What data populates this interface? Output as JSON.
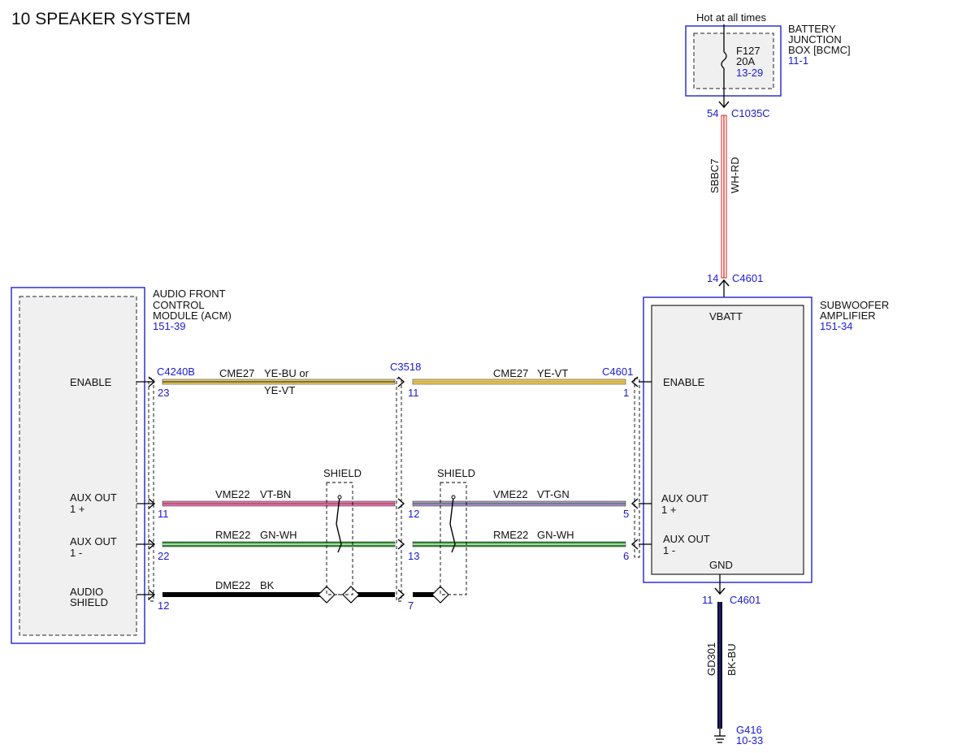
{
  "title": "10 SPEAKER SYSTEM",
  "colors": {
    "component_border": "#2222cc",
    "ref_text": "#1a1ad6",
    "ye": "#f2d32b",
    "bu": "#2222cc",
    "vt": "#b58ad8",
    "pk": "#e86fc0",
    "gn": "#2a8a2a",
    "wh": "#ffffff",
    "rd": "#d62020",
    "bk": "#000000"
  },
  "battery_junction_box": {
    "header": "Hot at all times",
    "name_lines": [
      "BATTERY",
      "JUNCTION",
      "BOX [BCMC]"
    ],
    "ref": "11-1",
    "fuse_name": "F127",
    "fuse_rating": "20A",
    "fuse_ref": "13-29",
    "pin": "54",
    "connector": "C1035C"
  },
  "power_wire": {
    "circuit": "SBBC7",
    "color": "WH-RD"
  },
  "subwoofer_amplifier": {
    "name_lines": [
      "SUBWOOFER",
      "AMPLIFIER"
    ],
    "ref": "151-34",
    "vbatt_pin": "14",
    "vbatt_connector": "C4601",
    "vbatt_label": "VBATT",
    "enable_label": "ENABLE",
    "aux_plus_lines": [
      "AUX OUT",
      "1 +"
    ],
    "aux_minus_lines": [
      "AUX OUT",
      "1 -"
    ],
    "gnd_label": "GND",
    "gnd_pin": "11",
    "gnd_connector": "C4601"
  },
  "audio_front_control_module": {
    "name_lines": [
      "AUDIO FRONT",
      "CONTROL",
      "MODULE (ACM)"
    ],
    "ref": "151-39",
    "pins": {
      "enable_lines": [
        "ENABLE"
      ],
      "aux_plus_lines": [
        "AUX OUT",
        "1 +"
      ],
      "aux_minus_lines": [
        "AUX OUT",
        "1 -"
      ],
      "shield_lines": [
        "AUDIO",
        "SHIELD"
      ]
    },
    "connector": "C4240B"
  },
  "inline_connector": "C3518",
  "right_connector": "C4601",
  "shield_label": "SHIELD",
  "wires": {
    "enable_left": {
      "circuit": "CME27",
      "color_line1": "YE-BU or",
      "color_line2": "YE-VT",
      "pin_acm": "23",
      "pin_inline": "11"
    },
    "enable_right": {
      "circuit": "CME27",
      "color": "YE-VT",
      "pin_amp": "1"
    },
    "aux_plus_left": {
      "circuit": "VME22",
      "color": "VT-BN",
      "pin_acm": "11",
      "pin_inline": "12"
    },
    "aux_plus_right": {
      "circuit": "VME22",
      "color": "VT-GN",
      "pin_amp": "5"
    },
    "aux_minus_left": {
      "circuit": "RME22",
      "color": "GN-WH",
      "pin_acm": "22",
      "pin_inline": "13"
    },
    "aux_minus_right": {
      "circuit": "RME22",
      "color": "GN-WH",
      "pin_amp": "6"
    },
    "shield": {
      "circuit": "DME22",
      "color": "BK",
      "pin_acm": "12",
      "pin_inline": "7"
    }
  },
  "ground_wire": {
    "circuit": "GD301",
    "color": "BK-BU"
  },
  "ground": {
    "name": "G416",
    "ref": "10-33"
  }
}
